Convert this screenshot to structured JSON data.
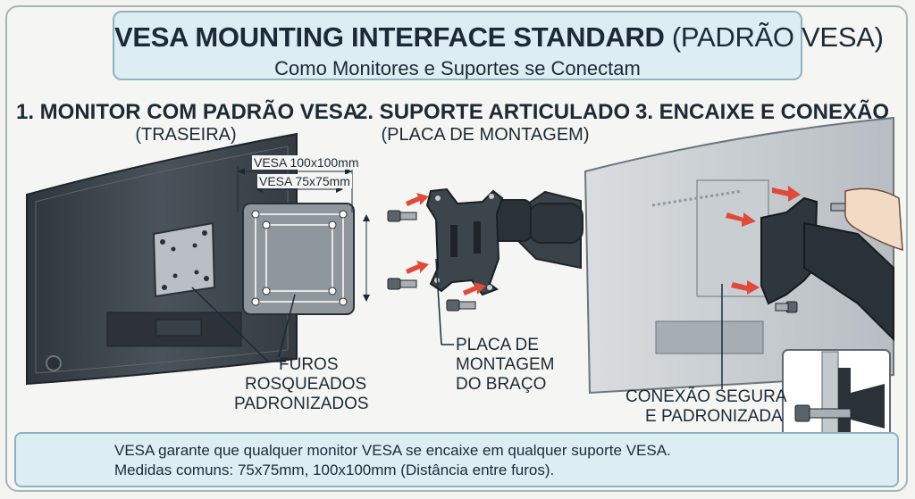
{
  "header": {
    "title_bold": "VESA MOUNTING INTERFACE STANDARD",
    "title_light": "(PADRÃO VESA)",
    "subtitle": "Como Monitores e Suportes se Conectam"
  },
  "sections": [
    {
      "title": "1. MONITOR COM PADRÃO VESA",
      "subtitle": "(TRASEIRA)"
    },
    {
      "title": "2. SUPORTE ARTICULADO",
      "subtitle": "(PLACA DE MONTAGEM)"
    },
    {
      "title": "3. ENCAIXE E CONEXÃO",
      "subtitle": ""
    }
  ],
  "dimensions": {
    "outer": "VESA 100x100mm",
    "inner": "VESA 75x75mm"
  },
  "callouts": {
    "holes": [
      "FUROS",
      "ROSQUEADOS",
      "PADRONIZADOS"
    ],
    "plate": [
      "PLACA DE",
      "MONTAGEM",
      "DO BRAÇO"
    ],
    "connection": [
      "CONEXÃO SEGURA",
      "E PADRONIZADA"
    ]
  },
  "footer": {
    "line1": "VESA garante que qualquer monitor VESA se encaixe em qualquer suporte VESA.",
    "line2": "Medidas comuns: 75x75mm, 100x100mm (Distância entre furos)."
  },
  "colors": {
    "panel": "#dceef3",
    "border": "#8fb3bd",
    "monitor": "#3c444c",
    "arrow": "#e04a3b"
  },
  "icons": [
    "tape-measure-icon",
    "screw-icon",
    "arrow-icon",
    "hand-icon"
  ]
}
